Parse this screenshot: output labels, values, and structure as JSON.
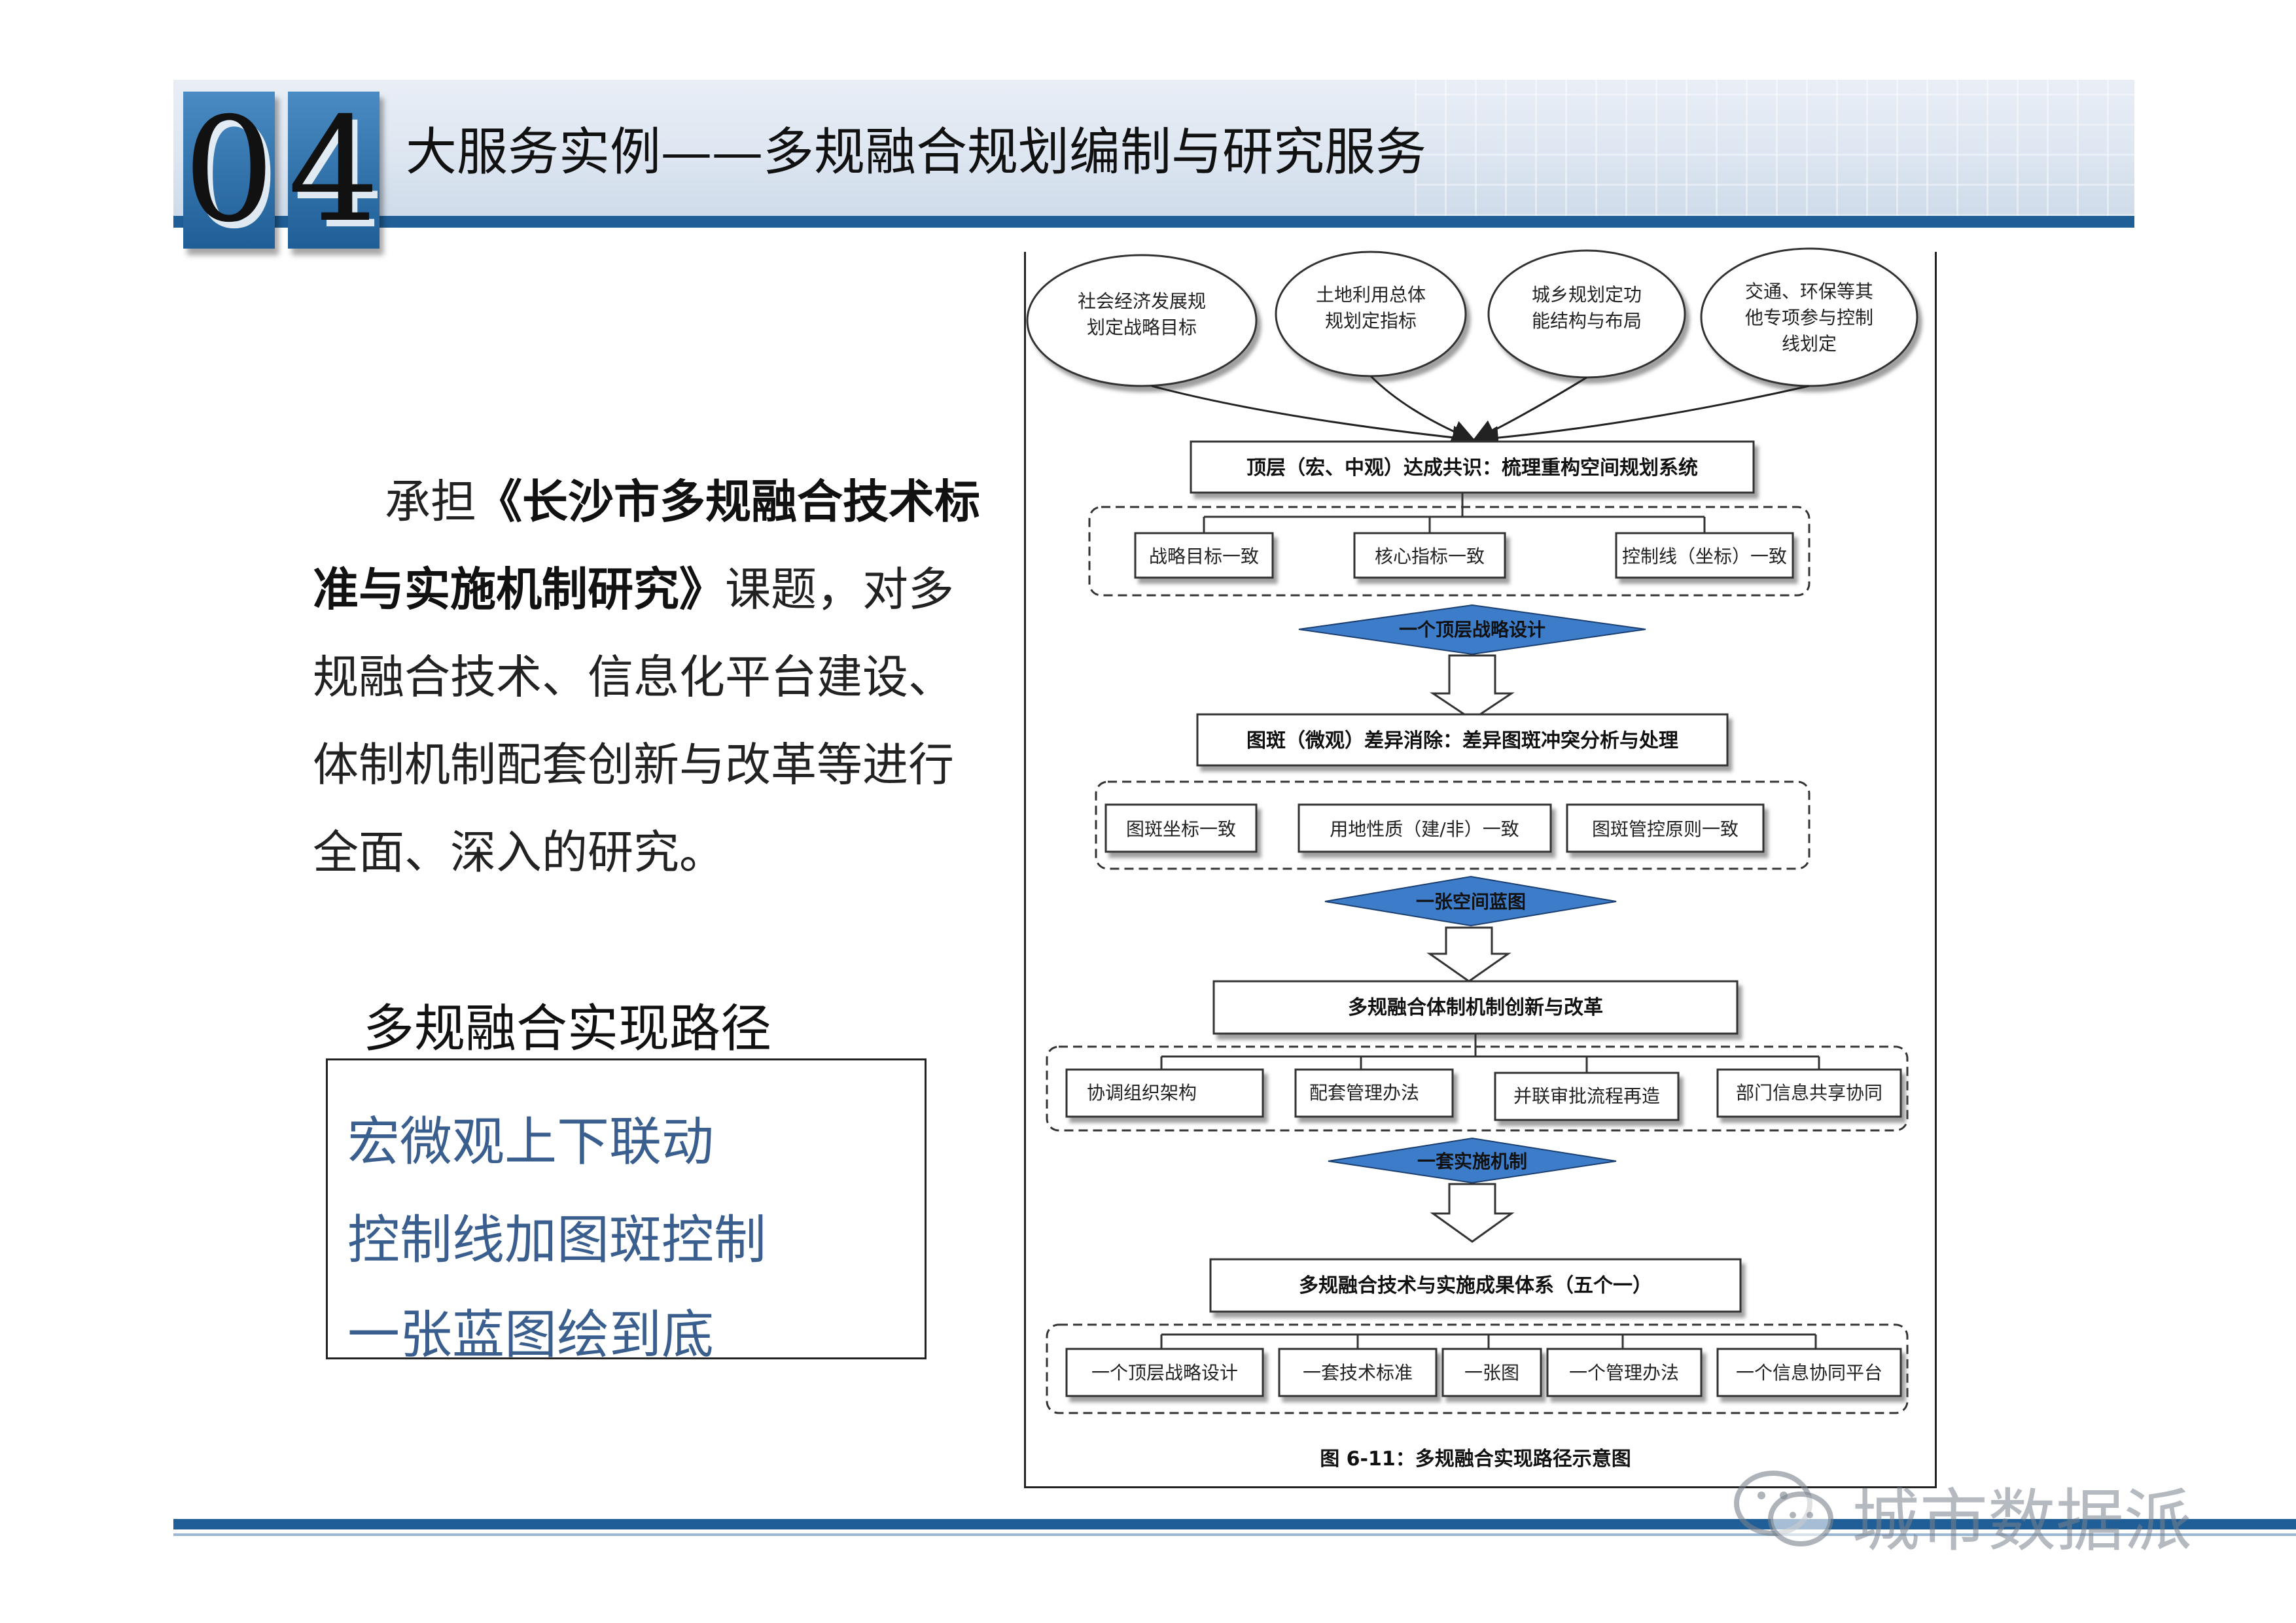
{
  "header": {
    "digit_1": "0",
    "digit_2": "4",
    "title": "大服务实例——多规融合规划编制与研究服务"
  },
  "paragraph": {
    "prefix": "承担",
    "project": "《长沙市多规融合技术标准与实施机制研究》",
    "suffix": "课题，对多规融合技术、信息化平台建设、体制机制配套创新与改革等进行全面、深入的研究。"
  },
  "paths": {
    "heading": "多规融合实现路径",
    "items": [
      "宏微观上下联动",
      "控制线加图斑控制",
      "一张蓝图绘到底"
    ]
  },
  "flowchart": {
    "ellipses": [
      [
        "社会经济发展规",
        "划定战略目标"
      ],
      [
        "土地利用总体",
        "规划定指标"
      ],
      [
        "城乡规划定功",
        "能结构与布局"
      ],
      [
        "交通、环保等其",
        "他专项参与控制",
        "线划定"
      ]
    ],
    "level1": {
      "title": "顶层（宏、中观）达成共识：梳理重构空间规划系统",
      "items": [
        "战略目标一致",
        "核心指标一致",
        "控制线（坐标）一致"
      ],
      "diamond": "一个顶层战略设计"
    },
    "level2": {
      "title": "图斑（微观）差异消除：差异图斑冲突分析与处理",
      "items": [
        "图斑坐标一致",
        "用地性质（建/非）一致",
        "图斑管控原则一致"
      ],
      "diamond": "一张空间蓝图"
    },
    "level3": {
      "title": "多规融合体制机制创新与改革",
      "items": [
        "协调组织架构",
        "配套管理办法",
        "并联审批流程再造",
        "部门信息共享协同"
      ],
      "diamond": "一套实施机制"
    },
    "level4": {
      "title": "多规融合技术与实施成果体系（五个一）",
      "items": [
        "一个顶层战略设计",
        "一套技术标准",
        "一张图",
        "一个管理办法",
        "一个信息协同平台"
      ]
    },
    "caption": "图 6-11：多规融合实现路径示意图"
  },
  "watermark": {
    "text": "城市数据派",
    "icon": "wechat-icon"
  },
  "colors": {
    "accent": "#1f5e96",
    "diamond": "#3d7cc9",
    "path_text": "#3a5f8f"
  }
}
